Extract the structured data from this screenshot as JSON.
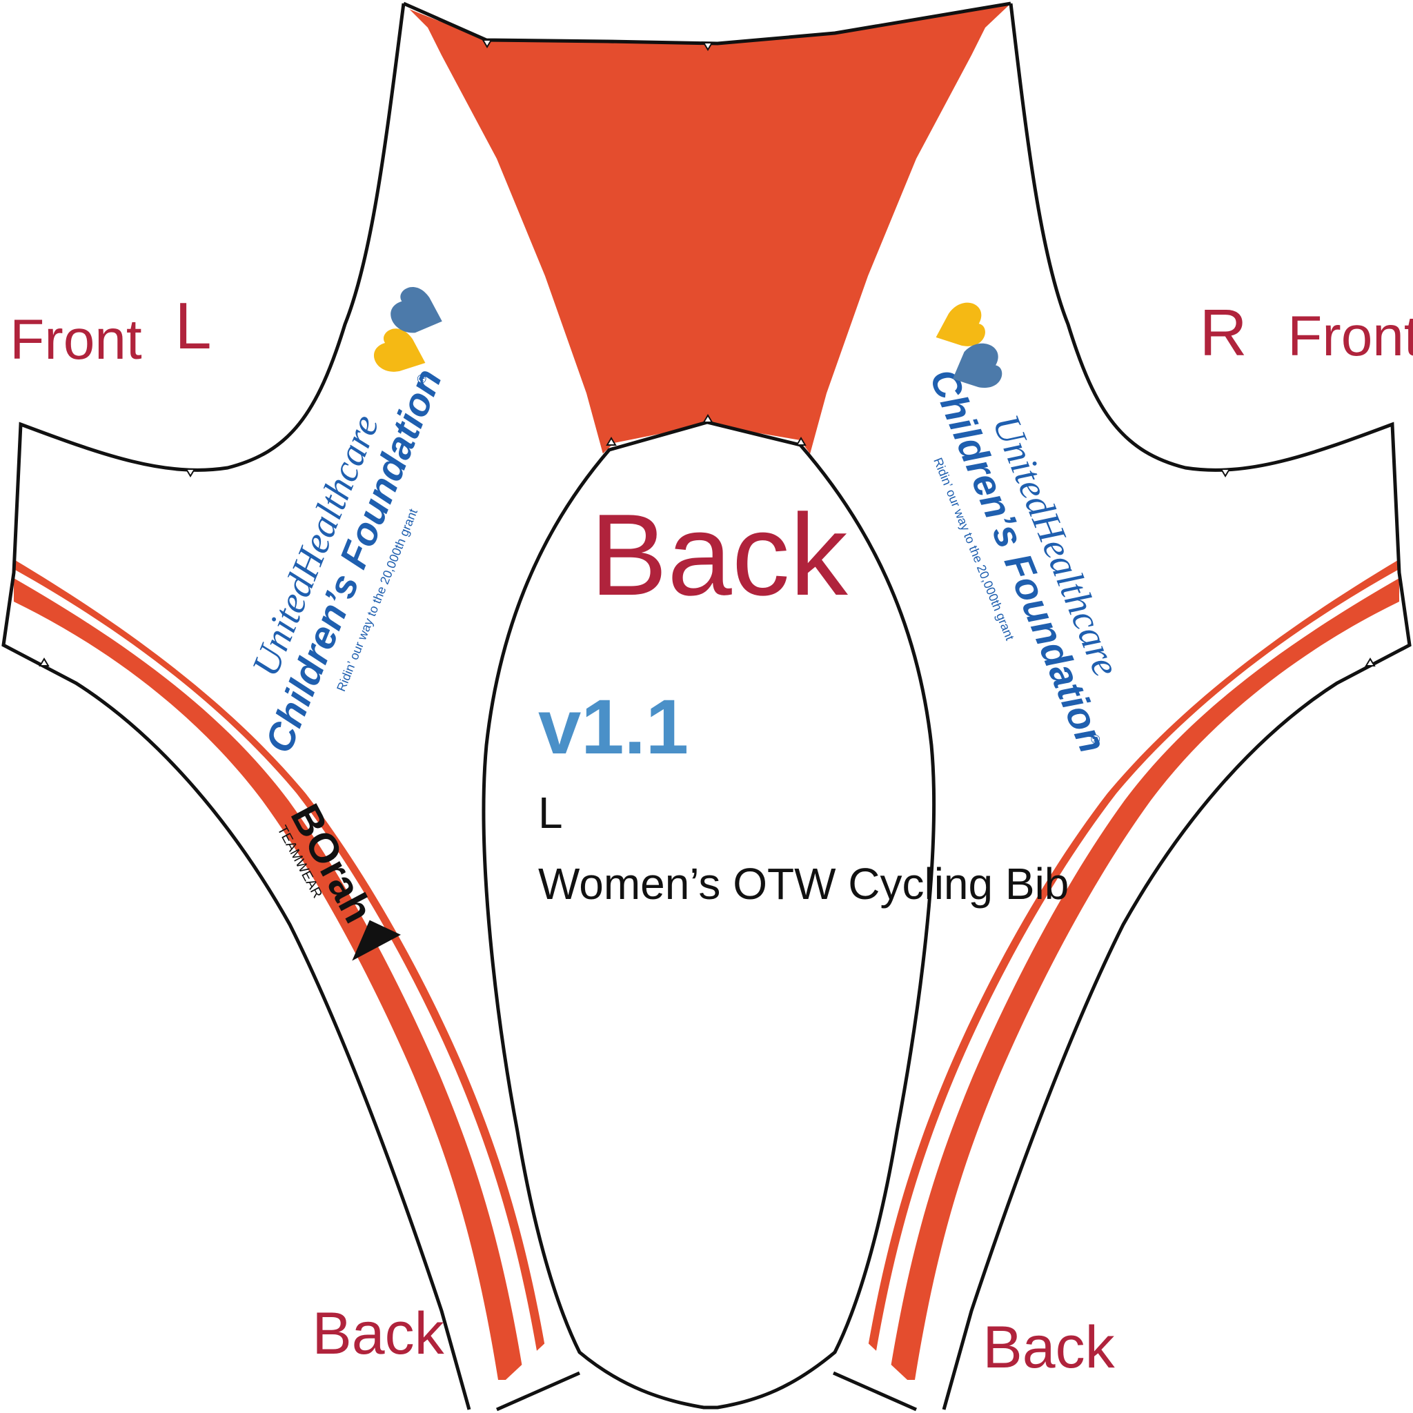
{
  "labels": {
    "left_front": "Front",
    "left_side": "L",
    "right_side": "R",
    "right_front": "Front",
    "center_back": "Back",
    "left_back": "Back",
    "right_back": "Back"
  },
  "spec": {
    "version": "v1.1",
    "size": "L",
    "product": "Women’s OTW Cycling Bib"
  },
  "sponsor": {
    "line1": "UnitedHealthcare",
    "line2": "Children’s Foundation",
    "tagline": "Ridin’ our way to the 20,000th grant",
    "registered": "®"
  },
  "brand": {
    "name": "BOrah",
    "sub": "TEAMWEAR"
  },
  "colors": {
    "panel_orange": "#E44D2E",
    "label_red": "#B0233C",
    "version_blue": "#4A90C8",
    "sponsor_blue": "#1F5FAF",
    "heart_yellow": "#F5B914",
    "heart_blue": "#4C7AAA",
    "outline": "#111111"
  }
}
